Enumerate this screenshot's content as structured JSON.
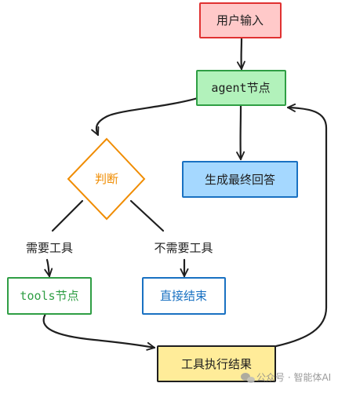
{
  "nodes": {
    "user_input": {
      "label": "用户输入",
      "fill": "#ffc9c9",
      "stroke": "#e03131",
      "text_color": "#1e1e1e"
    },
    "agent": {
      "label": "agent节点",
      "fill": "#b2f2bb",
      "stroke": "#2f9e44",
      "text_color": "#1e1e1e"
    },
    "final_answer": {
      "label": "生成最终回答",
      "fill": "#a5d8ff",
      "stroke": "#1971c2",
      "text_color": "#1e1e1e"
    },
    "decision": {
      "label": "判断",
      "fill": "#ffffff",
      "stroke": "#f08c00",
      "text_color": "#f08c00"
    },
    "tools": {
      "label": "tools节点",
      "fill": "#ffffff",
      "stroke": "#2f9e44",
      "text_color": "#2f9e44"
    },
    "direct_end": {
      "label": "直接结束",
      "fill": "#ffffff",
      "stroke": "#1971c2",
      "text_color": "#1971c2"
    },
    "tool_result": {
      "label": "工具执行结果",
      "fill": "#ffec99",
      "stroke": "#1e1e1e",
      "text_color": "#1e1e1e"
    }
  },
  "edge_labels": {
    "need_tool": "需要工具",
    "no_tool": "不需要工具"
  },
  "watermark": {
    "icon": "wechat-icon",
    "text": "公众号 · 智能体AI"
  }
}
